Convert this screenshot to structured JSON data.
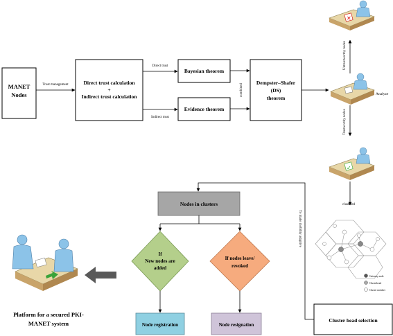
{
  "boxes": {
    "manet_line1": "MANET",
    "manet_line2": "Nodes",
    "trust_calc_line1": "Direct trust calculation",
    "trust_calc_line2": "+",
    "trust_calc_line3": "Indirect trust calculation",
    "bayesian": "Bayesian  theorem",
    "evidence": "Evidence theorem",
    "ds_line1": "Dempster–Shafer",
    "ds_line2": "(DS)",
    "ds_line3": "theorem",
    "nodes_in_clusters": "Nodes in clusters",
    "new_nodes_line1": "If",
    "new_nodes_line2": "New nodes are",
    "new_nodes_line3": "added",
    "leave_line1": "If nodes leave/",
    "leave_line2": "revoked",
    "node_registration": "Node registration",
    "node_resignation": "Node resignation",
    "cluster_head_selection": "Cluster head selection"
  },
  "labels": {
    "trust_management": "Trust management",
    "direct_trust": "Direct trust",
    "indirect_trust": "Indirect trust",
    "combined": "combined",
    "analyze": "Analyze",
    "untrustworthy_nodes": "Untrustworthy nodes",
    "trustworthy_nodes": "Trustworthy nodes",
    "clustered": "clustered",
    "mobility_adaptive": "To make mobility adaptive",
    "platform_line1": "Platform for a secured PKI-",
    "platform_line2": "MANET system"
  },
  "legend": {
    "gateway": "Gateway node",
    "clusterhead": "Clusterhead",
    "member": "Cluster member"
  },
  "colors": {
    "gray_box": "#a6a6a6",
    "green_diamond": "#b4cf8b",
    "orange_diamond": "#f6ab7e",
    "blue_box": "#8fd0e2",
    "lavender_box": "#cfc4d9",
    "arrow_gray": "#595959"
  }
}
